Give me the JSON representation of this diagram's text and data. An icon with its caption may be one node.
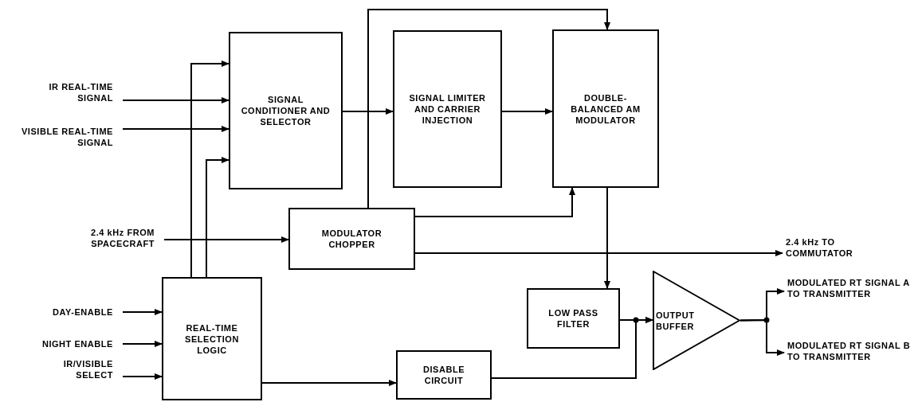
{
  "diagram": {
    "nodes": [
      {
        "text": [
          "IR REAL-TIME SIGNAL"
        ]
      },
      {
        "text": [
          "VISIBLE REAL-TIME SIGNAL"
        ]
      },
      {
        "text": [
          "SIGNAL CONDITIONER AND SELECTOR"
        ]
      },
      {
        "text": [
          "SIGNAL LIMITER AND CARRIER INJECTION"
        ]
      },
      {
        "text": [
          "DOUBLE-BALANCED AM MODULATOR"
        ]
      },
      {
        "text": [
          "2.4 kHz FROM SPACECRAFT"
        ]
      },
      {
        "text": [
          "MODULATOR CHOPPER"
        ]
      },
      {
        "text": [
          "2.4 kHz TO COMMUTATOR"
        ]
      },
      {
        "text": [
          "MODULATED RT SIGNAL A TO TRANSMITTER"
        ]
      },
      {
        "text": [
          "DAY-ENABLE"
        ]
      },
      {
        "text": [
          "REAL-TIME SELECTION LOGIC"
        ]
      },
      {
        "text": [
          "NIGHT ENABLE"
        ]
      },
      {
        "text": [
          "LOW PASS FILTER"
        ]
      },
      {
        "text": [
          "OUTPUT BUFFER"
        ]
      },
      {
        "text": [
          "MODULATED RT SIGNAL B TO TRANSMITTER"
        ]
      },
      {
        "text": [
          "IR/VISIBLE SELECT"
        ]
      },
      {
        "text": [
          "DISABLE CIRCUIT"
        ]
      }
    ],
    "edges": [
      {
        "from": 0,
        "to": 2,
        "arrow": "to"
      },
      {
        "from": 1,
        "to": 2,
        "arrow": "to"
      },
      {
        "from": 10,
        "to": 2,
        "arrow": "to"
      },
      {
        "from": 10,
        "to": 2,
        "arrow": "to"
      },
      {
        "from": 2,
        "to": 3,
        "arrow": "to"
      },
      {
        "from": 6,
        "to": 4,
        "arrow": "to"
      },
      {
        "from": 3,
        "to": 4,
        "arrow": "to"
      },
      {
        "from": 6,
        "to": 4,
        "arrow": "to"
      },
      {
        "from": 5,
        "to": 6,
        "arrow": "to"
      },
      {
        "from": 6,
        "to": 7,
        "arrow": "to"
      },
      {
        "from": 4,
        "to": 12,
        "arrow": "to"
      },
      {
        "from": 12,
        "to": 13,
        "arrow": "to"
      },
      {
        "from": 16,
        "to": 13,
        "arrow": "to"
      },
      {
        "from": 13,
        "to": 8,
        "arrow": "to"
      },
      {
        "from": 13,
        "to": 14,
        "arrow": "to"
      },
      {
        "from": 9,
        "to": 10,
        "arrow": "to"
      },
      {
        "from": 11,
        "to": 10,
        "arrow": "to"
      },
      {
        "from": 15,
        "to": 10,
        "arrow": "to"
      },
      {
        "from": 10,
        "to": 16,
        "arrow": "to"
      }
    ]
  }
}
